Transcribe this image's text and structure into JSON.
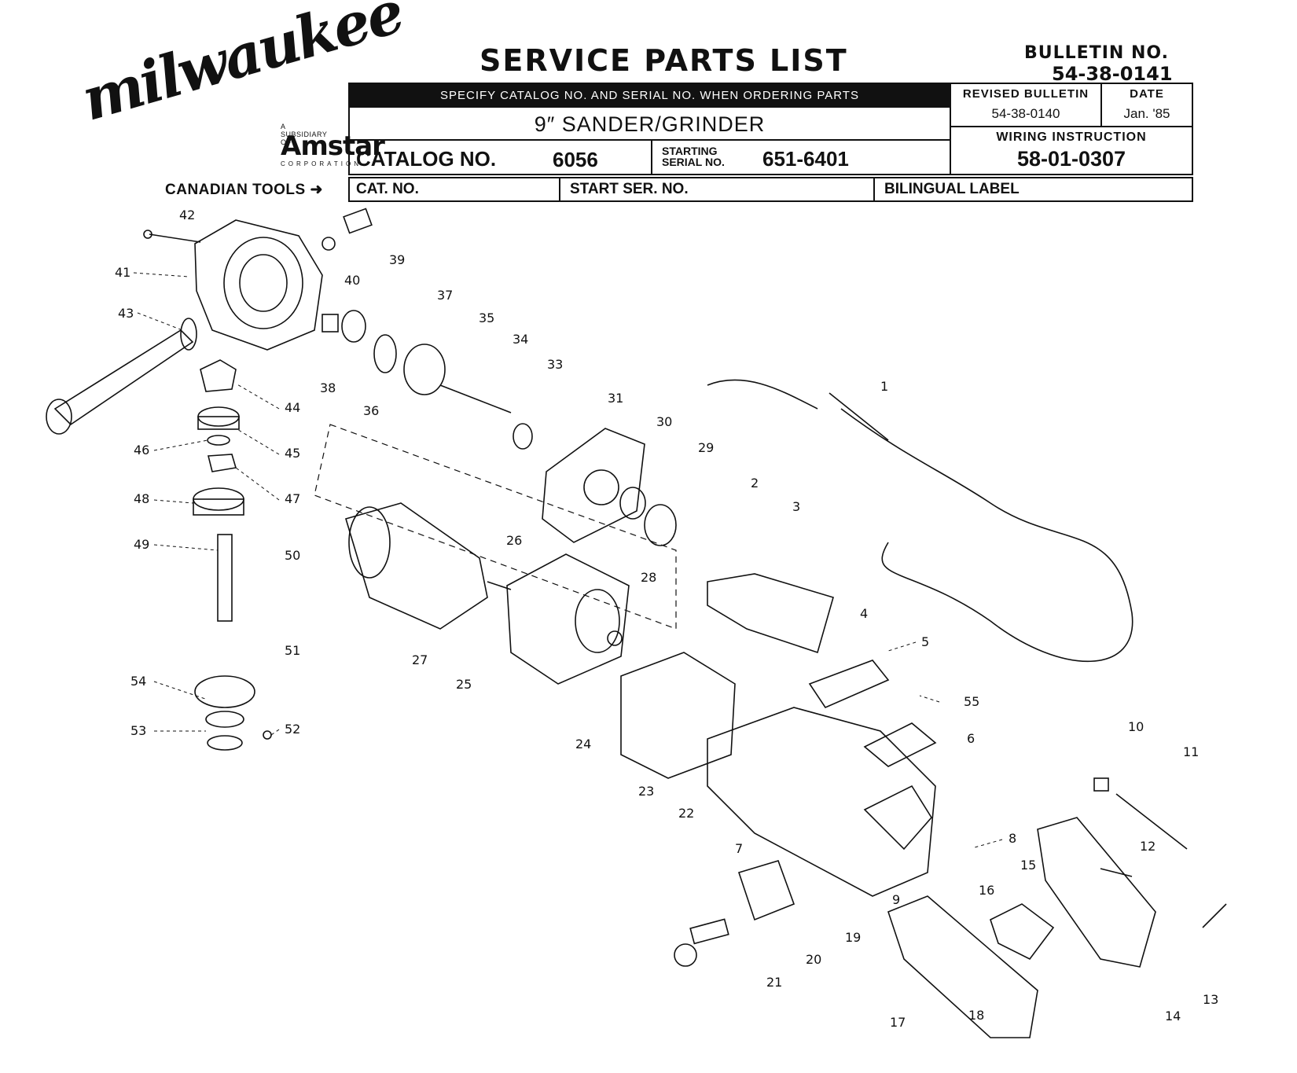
{
  "brand": {
    "logo_text": "milwaukee",
    "subsidiary": "A SUBSIDIARY OF",
    "parent": "Amstar",
    "parent_sub": "CORPORATION"
  },
  "title": "SERVICE PARTS LIST",
  "bulletin": {
    "label": "BULLETIN NO.",
    "value": "54-38-0141"
  },
  "header": {
    "order_note": "SPECIFY CATALOG NO. AND SERIAL NO. WHEN ORDERING PARTS",
    "product": "9″ SANDER/GRINDER",
    "catalog_label": "CATALOG NO.",
    "catalog_value": "6056",
    "serial_label": "STARTING SERIAL NO.",
    "serial_value": "651-6401",
    "revised_label": "REVISED BULLETIN",
    "revised_value": "54-38-0140",
    "date_label": "DATE",
    "date_value": "Jan. '85",
    "wiring_label": "WIRING INSTRUCTION",
    "wiring_value": "58-01-0307"
  },
  "canadian": {
    "label": "CANADIAN TOOLS",
    "cat_no": "CAT. NO.",
    "start_ser": "START SER. NO.",
    "bilingual": "BILINGUAL LABEL"
  },
  "parts": [
    "1",
    "2",
    "3",
    "4",
    "5",
    "6",
    "7",
    "8",
    "9",
    "10",
    "11",
    "12",
    "13",
    "14",
    "15",
    "16",
    "17",
    "18",
    "19",
    "20",
    "21",
    "22",
    "23",
    "24",
    "25",
    "26",
    "27",
    "28",
    "29",
    "30",
    "31",
    "33",
    "34",
    "35",
    "36",
    "37",
    "38",
    "39",
    "40",
    "41",
    "42",
    "43",
    "44",
    "45",
    "46",
    "47",
    "48",
    "49",
    "50",
    "51",
    "52",
    "53",
    "54",
    "55"
  ]
}
